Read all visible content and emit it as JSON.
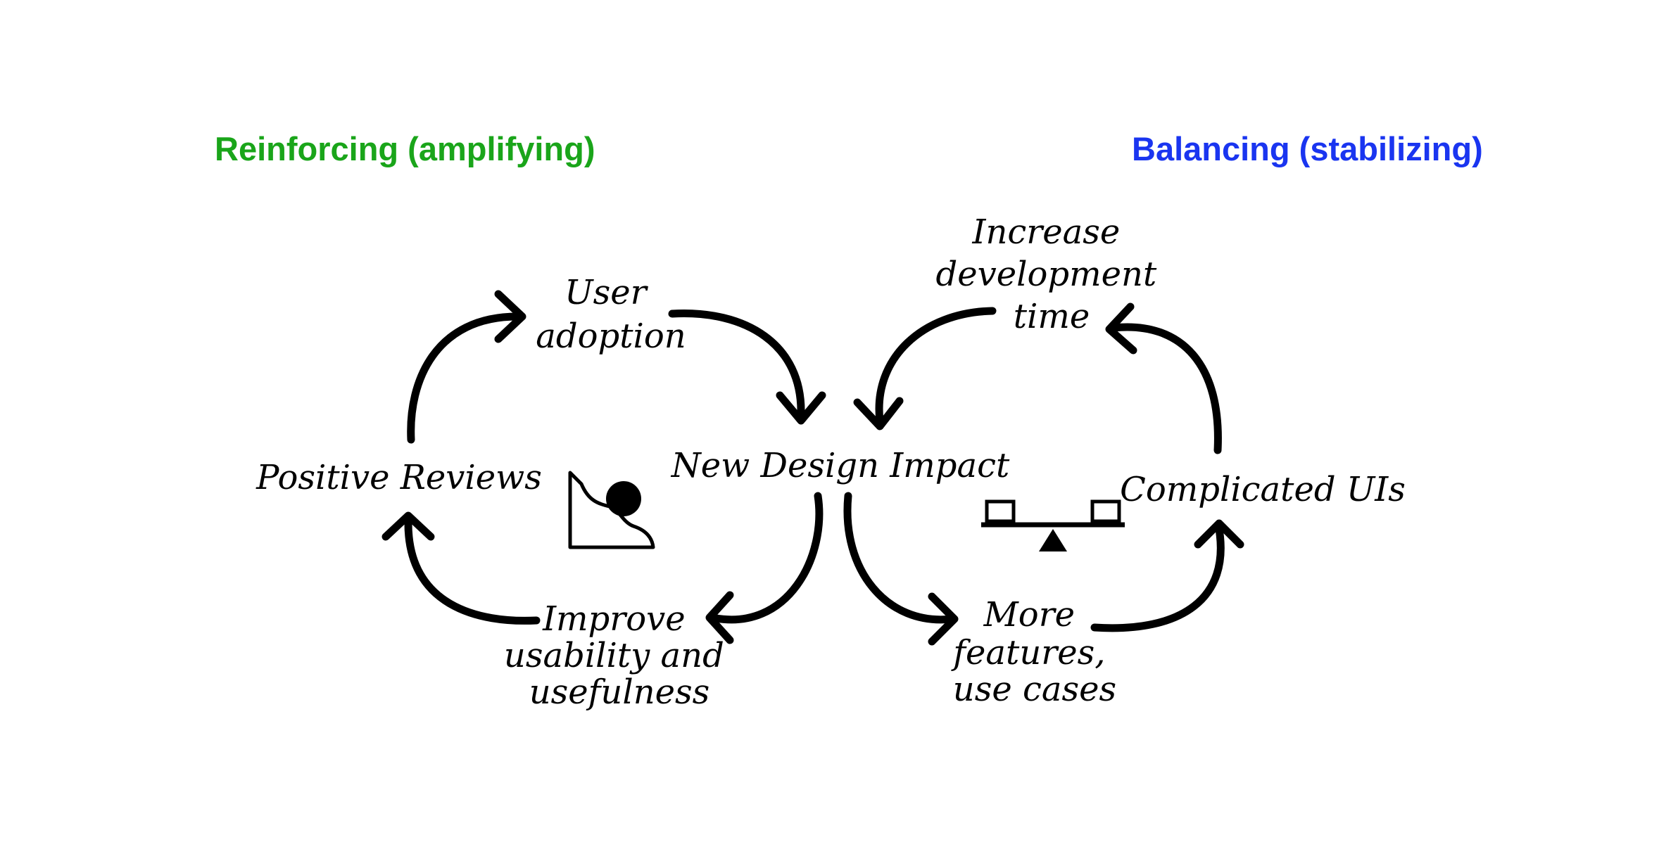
{
  "titles": {
    "reinforcing": "Reinforcing (amplifying)",
    "balancing": "Balancing (stabilizing)"
  },
  "colors": {
    "reinforcing": "#1aa51a",
    "balancing": "#1a35f0",
    "ink": "#000000",
    "background": "#ffffff"
  },
  "nodes": {
    "new_design_impact": "New Design Impact",
    "user_adoption": [
      "User",
      "adoption"
    ],
    "positive_reviews": "Positive Reviews",
    "improve_usability": [
      "Improve",
      "usability and",
      "usefulness"
    ],
    "increase_dev_time": [
      "Increase",
      "development",
      "time"
    ],
    "complicated_uis": "Complicated UIs",
    "more_features": [
      "More",
      "features,",
      "use cases"
    ]
  },
  "icons": {
    "reinforcing": "snowball-rolling-downhill-icon",
    "balancing": "seesaw-balance-icon"
  }
}
